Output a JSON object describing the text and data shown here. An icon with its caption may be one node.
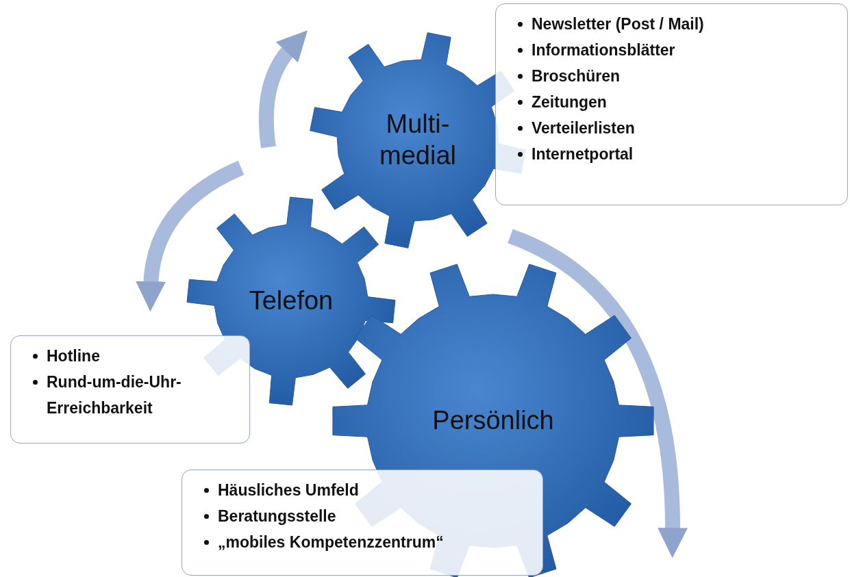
{
  "diagram": {
    "nodes": [
      {
        "text": [
          "Multi- medial"
        ]
      },
      {
        "text": [
          "Telefon"
        ]
      },
      {
        "text": [
          "Persönlich"
        ]
      },
      {
        "text": [
          "Newsletter (Post / Mail)",
          "Informationsblätter",
          "Broschüren",
          "Zeitungen",
          "Verteilerlisten",
          "Internetportal"
        ]
      },
      {
        "text": [
          "Hotline",
          "Rund-um-die-Uhr-Erreichbarkeit"
        ]
      },
      {
        "text": [
          "Häusliches Umfeld",
          "Beratungsstelle",
          "„mobiles Kompetenzzentrum“"
        ]
      }
    ],
    "edges": []
  }
}
